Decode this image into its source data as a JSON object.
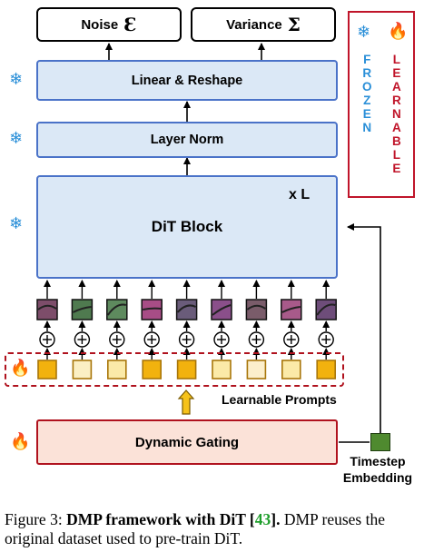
{
  "outputs": {
    "noise_label": "Noise",
    "noise_symbol": "Ɛ",
    "variance_label": "Variance",
    "variance_symbol": "Σ"
  },
  "blocks": {
    "linear_reshape": "Linear & Reshape",
    "layer_norm": "Layer Norm",
    "dit_block": "DiT Block",
    "repeat": "x L",
    "dynamic_gating": "Dynamic Gating"
  },
  "legend": {
    "frozen_letters": [
      "F",
      "R",
      "O",
      "Z",
      "E",
      "N"
    ],
    "learnable_letters": [
      "L",
      "E",
      "A",
      "R",
      "N",
      "A",
      "B",
      "L",
      "E"
    ],
    "frozen_color": "#2a8fd8",
    "learnable_color": "#c0152a"
  },
  "prompts": {
    "label": "Learnable Prompts",
    "count": 9,
    "fill_colors": [
      "#f2b20e",
      "#fbefc4",
      "#fbeaa8",
      "#f2b20e",
      "#f2b20e",
      "#fbeaa8",
      "#fcefcc",
      "#fbeaa8",
      "#f2b20e"
    ]
  },
  "timestep": {
    "line1": "Timestep",
    "line2": "Embedding"
  },
  "icons": {
    "frozen": "snowflake-icon",
    "learnable": "fire-icon",
    "add": "plus-circle-icon"
  },
  "caption": {
    "prefix": "Figure 3: ",
    "bold_text": "DMP framework with DiT [",
    "ref": "43",
    "bold_end": "].",
    "rest": " DMP reuses the original dataset used to pre-train DiT."
  }
}
